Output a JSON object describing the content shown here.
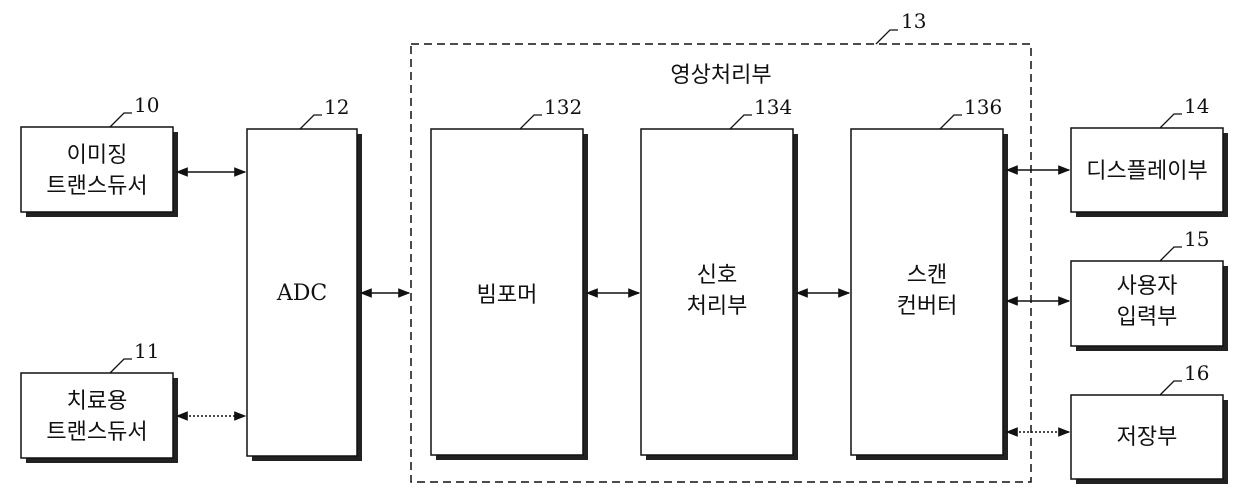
{
  "image_processor": {
    "ref": "13",
    "title": "영상처리부"
  },
  "imaging_transducer": {
    "ref": "10",
    "line1": "이미징",
    "line2": "트랜스듀서"
  },
  "therapy_transducer": {
    "ref": "11",
    "line1": "치료용",
    "line2": "트랜스듀서"
  },
  "adc": {
    "ref": "12",
    "label": "ADC"
  },
  "beamformer": {
    "ref": "132",
    "label": "빔포머"
  },
  "signal_processor": {
    "ref": "134",
    "line1": "신호",
    "line2": "처리부"
  },
  "scan_converter": {
    "ref": "136",
    "line1": "스캔",
    "line2": "컨버터"
  },
  "display": {
    "ref": "14",
    "label": "디스플레이부"
  },
  "user_input": {
    "ref": "15",
    "line1": "사용자",
    "line2": "입력부"
  },
  "storage": {
    "ref": "16",
    "label": "저장부"
  }
}
